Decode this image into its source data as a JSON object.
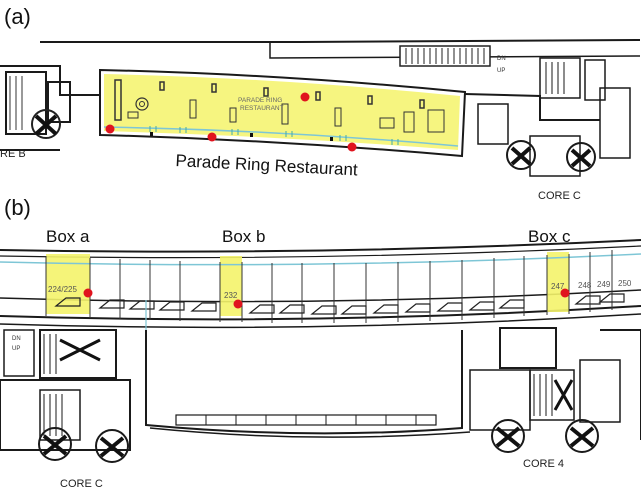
{
  "panel_a": {
    "label": "(a)",
    "caption": "Parade Ring Restaurant",
    "room_label_line1": "PARADE RING",
    "room_label_line2": "RESTAURANT",
    "core_left": "RE B",
    "core_right": "CORE C",
    "stair_dn": "DN",
    "stair_up": "UP"
  },
  "panel_b": {
    "label": "(b)",
    "box_a": "Box a",
    "box_b": "Box b",
    "box_c": "Box c",
    "room_a": "224/225",
    "room_b": "232",
    "room_c": "247",
    "room_248": "248",
    "room_249": "249",
    "room_250": "250",
    "core_left": "CORE C",
    "core_right": "CORE 4",
    "stair_dn": "DN",
    "stair_up": "UP"
  },
  "colors": {
    "highlight": "#f4f36a",
    "sensor": "#e0141e",
    "wall": "#1a1a1a",
    "glazing": "#7ec6d6"
  }
}
